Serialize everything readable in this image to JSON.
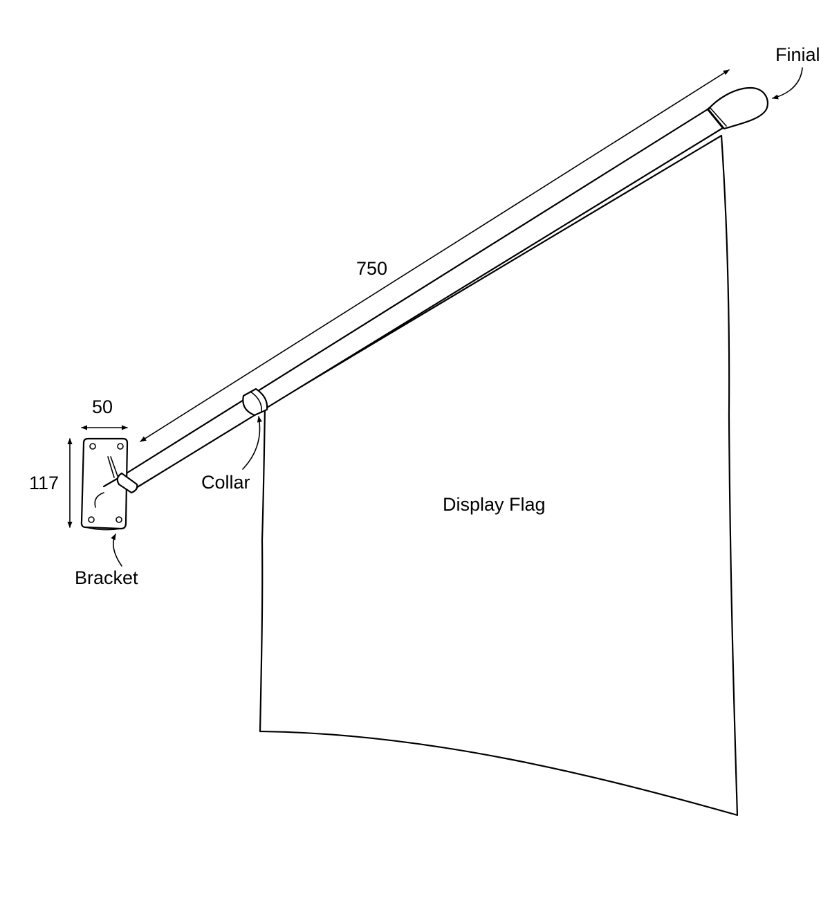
{
  "labels": {
    "finial": "Finial",
    "length": "750",
    "width": "50",
    "height": "117",
    "collar": "Collar",
    "bracket": "Bracket",
    "flag": "Display Flag"
  },
  "colors": {
    "line": "#000000",
    "background": "#ffffff"
  }
}
